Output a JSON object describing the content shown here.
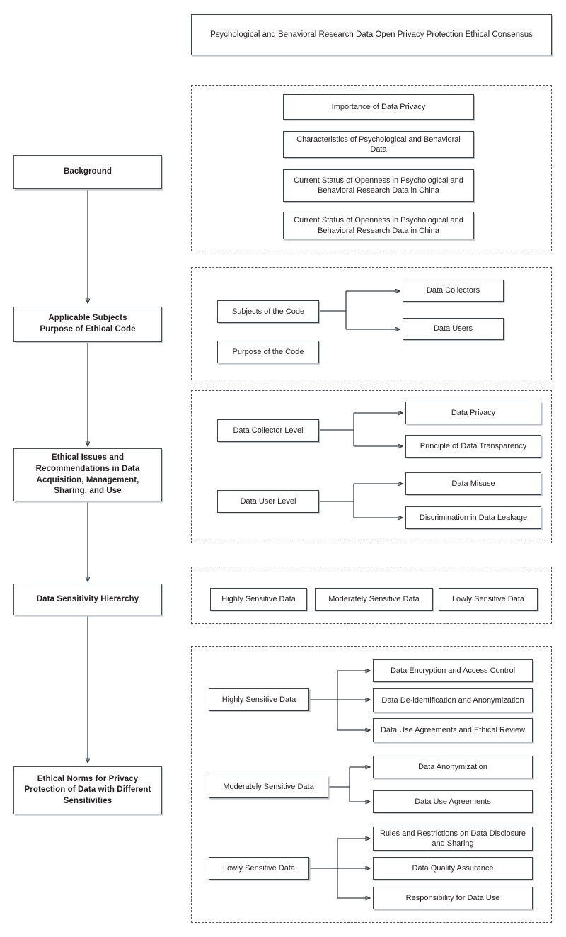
{
  "title": {
    "text": "Psychological and Behavioral Research Data Open Privacy Protection Ethical Consensus"
  },
  "spine": {
    "items": [
      {
        "label": "Background"
      },
      {
        "label": "Applicable Subjects\nPurpose of Ethical Code"
      },
      {
        "label": "Ethical Issues and Recommendations in Data Acquisition, Management, Sharing, and Use"
      },
      {
        "label": "Data Sensitivity Hierarchy"
      },
      {
        "label": "Ethical Norms for Privacy Protection of Data with Different Sensitivities"
      }
    ]
  },
  "sections": {
    "background": {
      "items": [
        "Importance of Data Privacy",
        "Characteristics of Psychological and Behavioral Data",
        "Current Status of Openness in Psychological and Behavioral Research Data in China",
        "Current Status of Openness in Psychological and Behavioral Research Data in China"
      ]
    },
    "applicable_subjects": {
      "parents": [
        "Subjects of the Code",
        "Purpose of the Code"
      ],
      "children": [
        "Data Collectors",
        "Data Users"
      ]
    },
    "ethical_issues": {
      "groups": [
        {
          "parent": "Data Collector Level",
          "children": [
            "Data Privacy",
            "Principle of Data Transparency"
          ]
        },
        {
          "parent": "Data User Level",
          "children": [
            "Data Misuse",
            "Discrimination in Data Leakage"
          ]
        }
      ]
    },
    "sensitivity_hierarchy": {
      "items": [
        "Highly Sensitive Data",
        "Moderately Sensitive Data",
        "Lowly Sensitive Data"
      ]
    },
    "privacy_norms": {
      "groups": [
        {
          "parent": "Highly Sensitive Data",
          "children": [
            "Data Encryption and Access Control",
            "Data De-identification and Anonymization",
            "Data Use Agreements and Ethical Review"
          ]
        },
        {
          "parent": "Moderately Sensitive Data",
          "children": [
            "Data Anonymization",
            "Data Use Agreements"
          ]
        },
        {
          "parent": "Lowly Sensitive Data",
          "children": [
            "Rules and Restrictions on Data Disclosure and Sharing",
            "Data Quality Assurance",
            "Responsibility for Data Use"
          ]
        }
      ]
    }
  },
  "colors": {
    "line": "#3b4046",
    "text": "#231f20",
    "background": "#ffffff",
    "shadow": "#b9bcc0"
  }
}
